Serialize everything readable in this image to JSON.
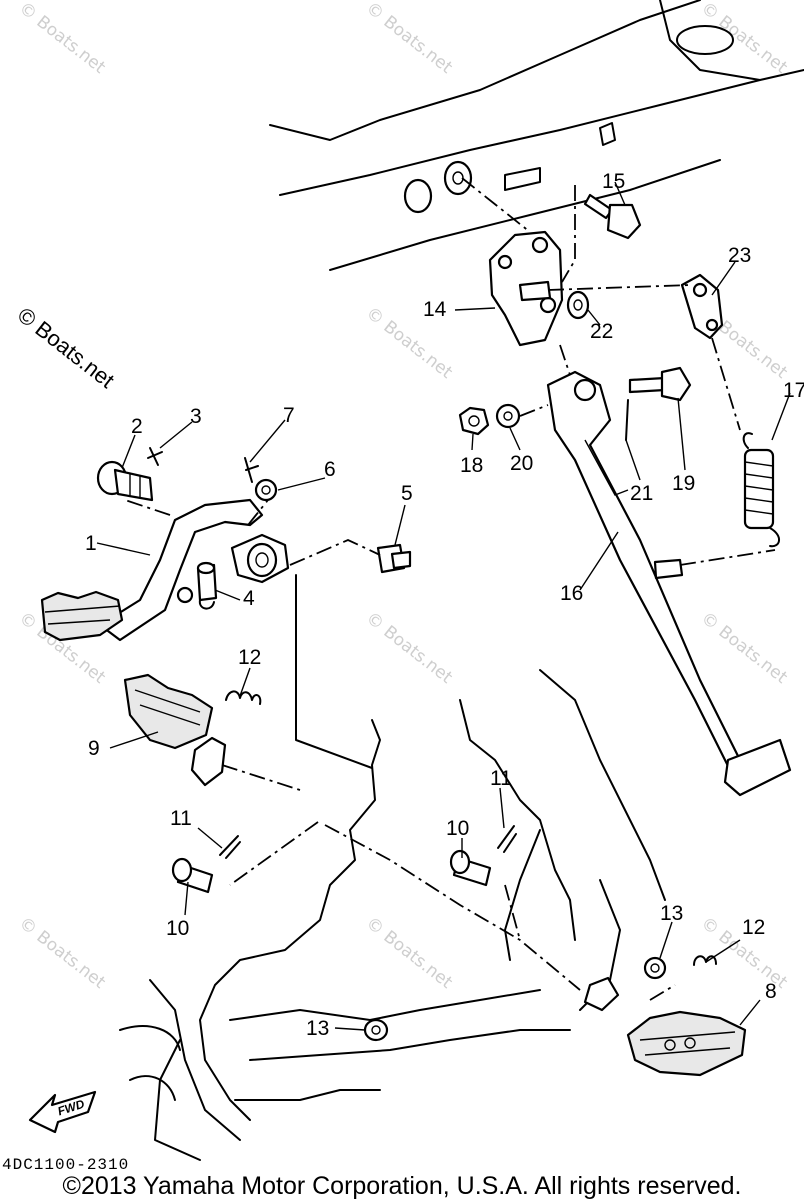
{
  "watermark": "© Boats.net",
  "figure_code": "4DC1100-2310",
  "copyright": "©2013 Yamaha Motor Corporation, U.S.A. All rights reserved.",
  "fwd_label": "FWD",
  "callouts": [
    "1",
    "2",
    "3",
    "4",
    "5",
    "6",
    "7",
    "8",
    "9",
    "10",
    "10",
    "11",
    "11",
    "12",
    "12",
    "13",
    "13",
    "14",
    "15",
    "16",
    "17",
    "18",
    "19",
    "20",
    "21",
    "22",
    "23"
  ]
}
